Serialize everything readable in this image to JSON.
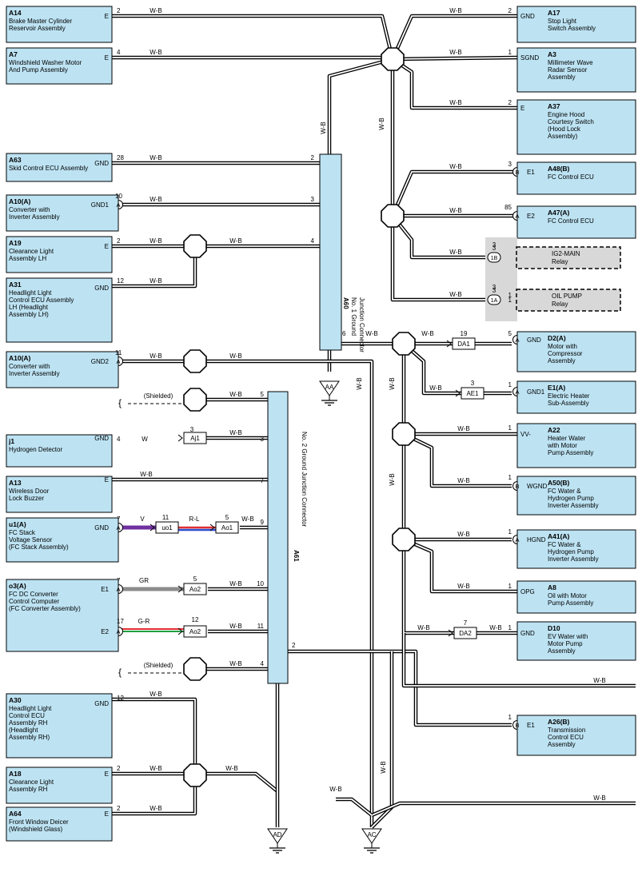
{
  "components": [
    {
      "id": "A14",
      "lines": [
        "Brake Master Cylinder",
        "Reservoir Assembly"
      ],
      "terminal": "E"
    },
    {
      "id": "A7",
      "lines": [
        "Windshield Washer Motor",
        "And Pump Assembly"
      ],
      "terminal": "E"
    },
    {
      "id": "A63",
      "lines": [
        "Skid Control ECU Assembly"
      ],
      "terminal": "GND"
    },
    {
      "id": "A10(A)",
      "lines": [
        "Converter with",
        "Inverter Assembly"
      ],
      "terminal": "GND1",
      "conn": "A"
    },
    {
      "id": "A19",
      "lines": [
        "Clearance Light",
        "Assembly LH"
      ],
      "terminal": "E"
    },
    {
      "id": "A31",
      "lines": [
        "Headlight Light",
        "Control ECU Assembly",
        "LH (Headlight",
        "Assembly LH)"
      ],
      "terminal": "GND"
    },
    {
      "id": "A10(A)",
      "lines": [
        "Converter with",
        "Inverter Assembly"
      ],
      "terminal": "GND2",
      "conn": "A"
    },
    {
      "id": "j1",
      "lines": [
        "Hydrogen Detector"
      ],
      "terminal": "GND"
    },
    {
      "id": "A13",
      "lines": [
        "Wireless Door",
        "Lock Buzzer"
      ],
      "terminal": "E"
    },
    {
      "id": "u1(A)",
      "lines": [
        "FC Stack",
        "Voltage Sensor",
        "(FC Stack Assembly)"
      ],
      "terminal": "GND",
      "conn": "A"
    },
    {
      "id": "o3(A)",
      "lines": [
        "FC DC Converter",
        "Control Computer",
        "(FC Converter Assembly)"
      ],
      "terminal": "E1",
      "terminal2": "E2",
      "conn": "A"
    },
    {
      "id": "A30",
      "lines": [
        "Headlight Light",
        "Control ECU",
        "Assembly RH",
        "(Headlight",
        "Assembly RH)"
      ],
      "terminal": "GND"
    },
    {
      "id": "A18",
      "lines": [
        "Clearance Light",
        "Assembly RH"
      ],
      "terminal": "E"
    },
    {
      "id": "A64",
      "lines": [
        "Front Window Deicer",
        "(Windshield Glass)"
      ],
      "terminal": "E"
    },
    {
      "id": "A17",
      "lines": [
        "Stop Light",
        "Switch Assembly"
      ],
      "terminal": "GND"
    },
    {
      "id": "A3",
      "lines": [
        "Millimeter Wave",
        "Radar Sensor",
        "Assembly"
      ],
      "terminal": "SGND"
    },
    {
      "id": "A37",
      "lines": [
        "Engine Hood",
        "Courtesy Switch",
        "(Hood Lock",
        "Assembly)"
      ],
      "terminal": "E"
    },
    {
      "id": "A48(B)",
      "lines": [
        "FC Control ECU"
      ],
      "terminal": "E1",
      "conn": "B"
    },
    {
      "id": "A47(A)",
      "lines": [
        "FC Control ECU"
      ],
      "terminal": "E2",
      "conn": "A"
    },
    {
      "id": "D2(A)",
      "lines": [
        "Motor with",
        "Compressor",
        "Assembly"
      ],
      "terminal": "GND",
      "conn": "A"
    },
    {
      "id": "E1(A)",
      "lines": [
        "Electric Heater",
        "Sub-Assembly"
      ],
      "terminal": "GND1",
      "conn": "A"
    },
    {
      "id": "A22",
      "lines": [
        "Heater Water",
        "with Motor",
        "Pump Assembly"
      ],
      "terminal": "VV-"
    },
    {
      "id": "A50(B)",
      "lines": [
        "FC Water &",
        "Hydrogen Pump",
        "Inverter Assembly"
      ],
      "terminal": "WGND",
      "conn": "B"
    },
    {
      "id": "A41(A)",
      "lines": [
        "FC Water &",
        "Hydrogen Pump",
        "Inverter Assembly"
      ],
      "terminal": "HGND",
      "conn": "A"
    },
    {
      "id": "A8",
      "lines": [
        "Oil with Motor",
        "Pump Assembly"
      ],
      "terminal": "OPG"
    },
    {
      "id": "D10",
      "lines": [
        "EV Water with",
        "Motor Pump",
        "Assembly"
      ],
      "terminal": "GND"
    },
    {
      "id": "A26(B)",
      "lines": [
        "Transmission",
        "Control ECU",
        "Assembly"
      ],
      "terminal": "E1",
      "conn": "B"
    }
  ],
  "relays": [
    {
      "pin": "3",
      "conn": "1B",
      "lines": [
        "IG2-MAIN",
        "Relay"
      ]
    },
    {
      "pin": "3",
      "conn": "1A",
      "lines": [
        "OIL PUMP",
        "Relay"
      ]
    }
  ],
  "junction_connectors": [
    {
      "id": "A60",
      "lines": [
        "No. 1 Ground",
        "Junction Connector"
      ]
    },
    {
      "id": "A61",
      "lines": [
        "No. 2 Ground Junction Connector"
      ]
    }
  ],
  "grounds": [
    "AA",
    "AD",
    "AC"
  ],
  "inline_connectors": [
    "DA1",
    "AE1",
    "Aj1",
    "uo1",
    "Ao1",
    "Ao2",
    "Ao2",
    "DA2"
  ],
  "pins": [
    "2",
    "4",
    "28",
    "2",
    "10",
    "3",
    "2",
    "4",
    "12",
    "6",
    "11",
    "5",
    "4",
    "3",
    "3",
    "7",
    "7",
    "9",
    "11",
    "5",
    "7",
    "10",
    "5",
    "17",
    "11",
    "12",
    "4",
    "12",
    "2",
    "2",
    "2",
    "2",
    "1",
    "2",
    "3",
    "85",
    "19",
    "5",
    "3",
    "1",
    "1",
    "1",
    "1",
    "1",
    "1",
    "1",
    "7",
    "1",
    "1",
    "3",
    "3"
  ],
  "wire_labels": {
    "wb": "W-B",
    "w": "W",
    "v": "V",
    "rl": "R-L",
    "gr": "GR",
    "gr2": "G-R",
    "shielded": "(Shielded)"
  },
  "colors": {
    "box_fill": "#bde3f3",
    "relay_fill": "#d8d8d8",
    "wire_v": "#7030a0",
    "wire_gr": "#8c8c8c",
    "wire_rl_r": "#e03030",
    "wire_rl_l": "#2f4fd0",
    "wire_g": "#20a040"
  }
}
